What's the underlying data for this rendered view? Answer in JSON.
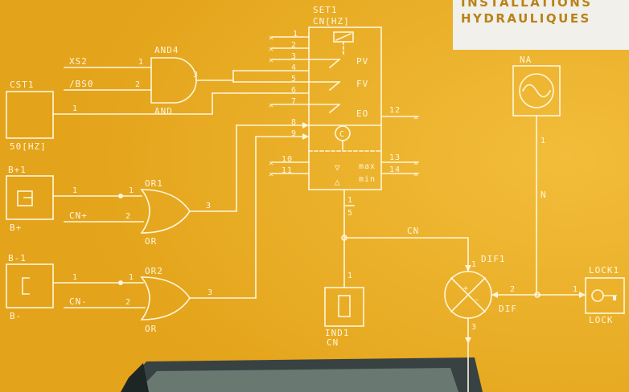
{
  "banner": {
    "line1": "INSTALLATIONS",
    "line2": "HYDRAULIQUES"
  },
  "blocks": {
    "set1": {
      "name": "SET1",
      "sub": "CN[HZ]",
      "rows": [
        "PV",
        "FV",
        "EO"
      ],
      "c": "C",
      "max": "max",
      "min": "min",
      "ratio_num": "1",
      "ratio_den": "5"
    },
    "and4": {
      "name": "AND4",
      "type": "AND",
      "in1": "1",
      "in2": "2",
      "out": "3"
    },
    "cst1": {
      "name": "CST1",
      "sub": "50[HZ]",
      "out": "1"
    },
    "bp1": {
      "name": "B+1",
      "sub": "B+",
      "out": "1"
    },
    "bm1": {
      "name": "B-1",
      "sub": "B-",
      "out": "1"
    },
    "or1": {
      "name": "OR1",
      "type": "OR",
      "in1": "1",
      "in2": "2",
      "out": "3"
    },
    "or2": {
      "name": "OR2",
      "type": "OR",
      "in1": "1",
      "in2": "2",
      "out": "3"
    },
    "na": {
      "name": "NA",
      "out": "1"
    },
    "ind1": {
      "name": "IND1",
      "sub": "CN",
      "in": "1"
    },
    "dif1": {
      "name": "DIF1",
      "sub": "DIF",
      "in1": "1",
      "in2": "2",
      "out": "3",
      "plus": "+",
      "minus": "-"
    },
    "lock1": {
      "name": "LOCK1",
      "sub": "LOCK",
      "in": "1"
    }
  },
  "signals": {
    "xs2": "XS2",
    "bs0": "/BS0",
    "cnp": "CN+",
    "cnm": "CN-",
    "cn": "CN",
    "n": "N"
  },
  "pins": [
    "1",
    "2",
    "3",
    "4",
    "5",
    "6",
    "7",
    "8",
    "9",
    "10",
    "11",
    "12",
    "13",
    "14"
  ]
}
